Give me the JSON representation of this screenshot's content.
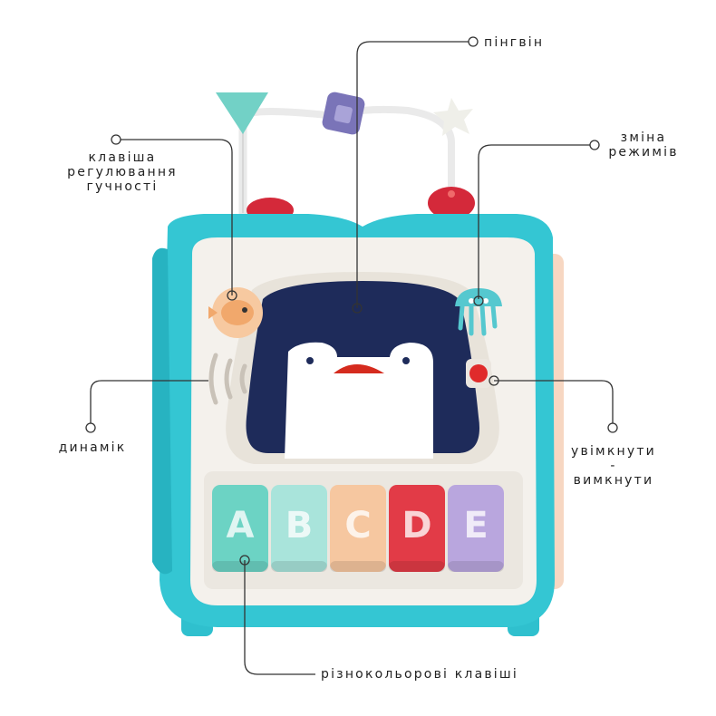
{
  "callouts": {
    "penguin": "пінгвін",
    "volume": [
      "клавіша",
      "регулювання",
      "гучності"
    ],
    "mode": [
      "зміна",
      "режимів"
    ],
    "speaker": "динамік",
    "power": [
      "увімкнути",
      "-",
      "вимкнути"
    ],
    "keys": "різнокольорові клавіші"
  },
  "piano_keys": [
    {
      "letter": "A",
      "color": "#6cd3c4"
    },
    {
      "letter": "B",
      "color": "#a9e4db"
    },
    {
      "letter": "C",
      "color": "#f6c7a0"
    },
    {
      "letter": "D",
      "color": "#e23b47"
    },
    {
      "letter": "E",
      "color": "#b9a6de"
    }
  ],
  "colors": {
    "toy_body": "#34c6d3",
    "panel": "#f4f1ec",
    "penguin_dark": "#1e2b5a",
    "penguin_beak": "#d52b1e",
    "power_button": "#e02b2b",
    "bead": "#7a74b8",
    "line": "#333333"
  },
  "icons": [
    "fish-volume-icon",
    "jellyfish-mode-icon",
    "speaker-grill-icon"
  ]
}
